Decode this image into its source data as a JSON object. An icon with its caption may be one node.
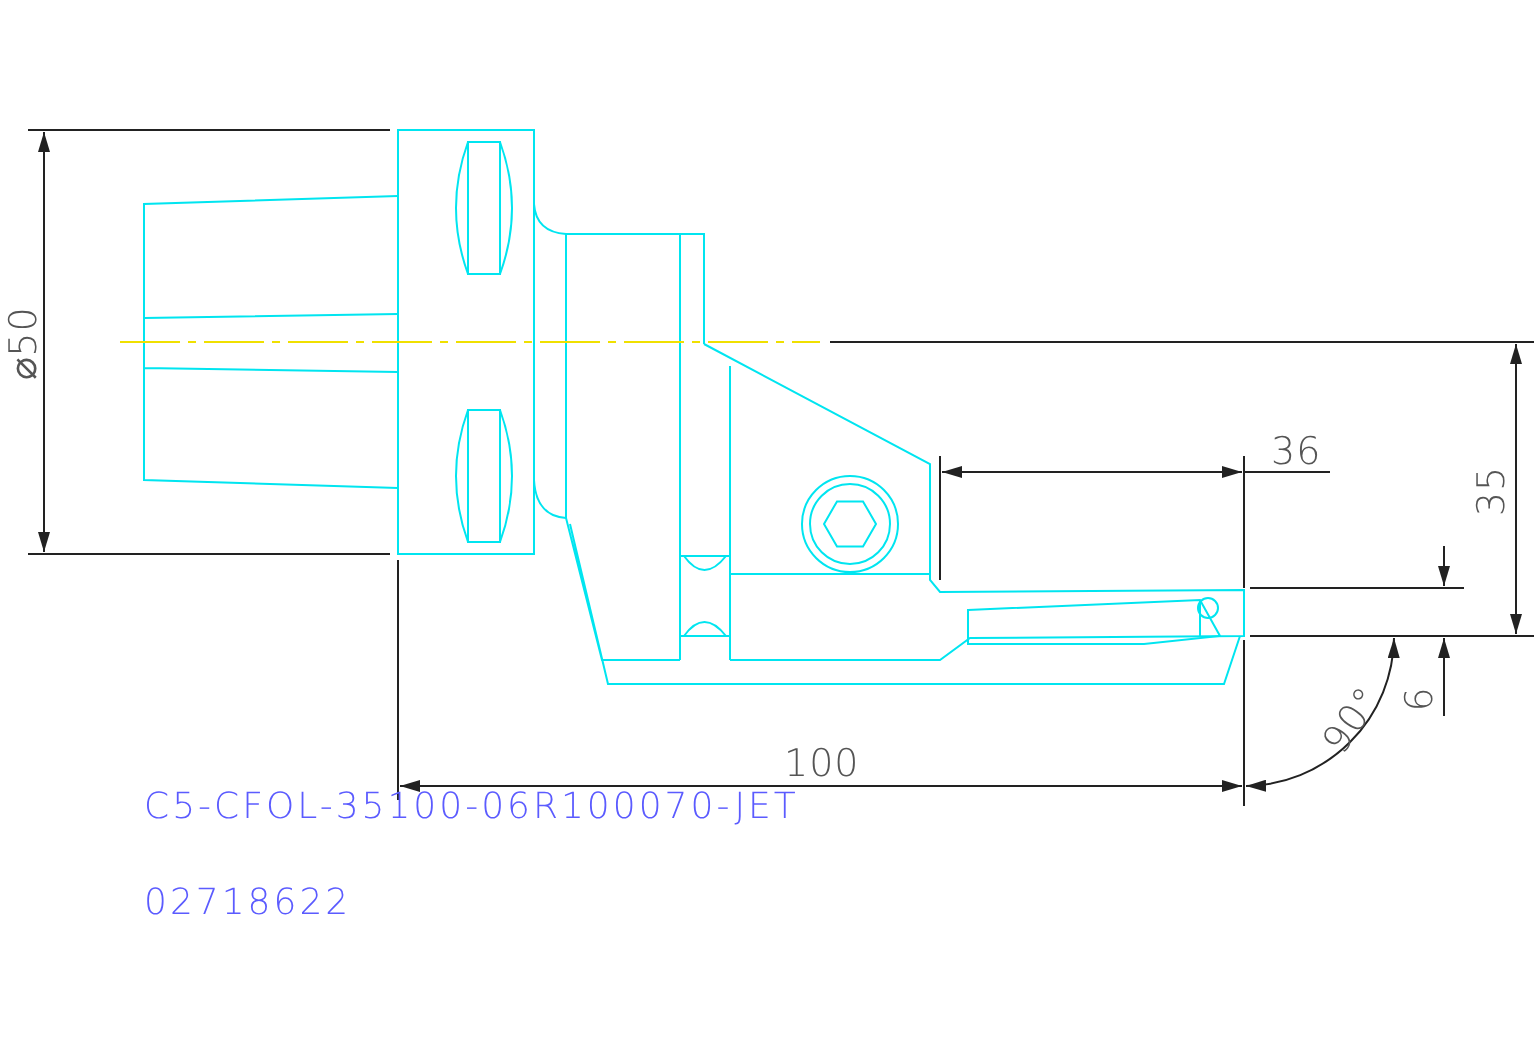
{
  "diagram": {
    "labels": [
      "⌀50",
      "36",
      "35",
      "6",
      "100",
      "90°",
      "C5-CFOL-35100-06R100070-JET",
      "02718622"
    ]
  }
}
